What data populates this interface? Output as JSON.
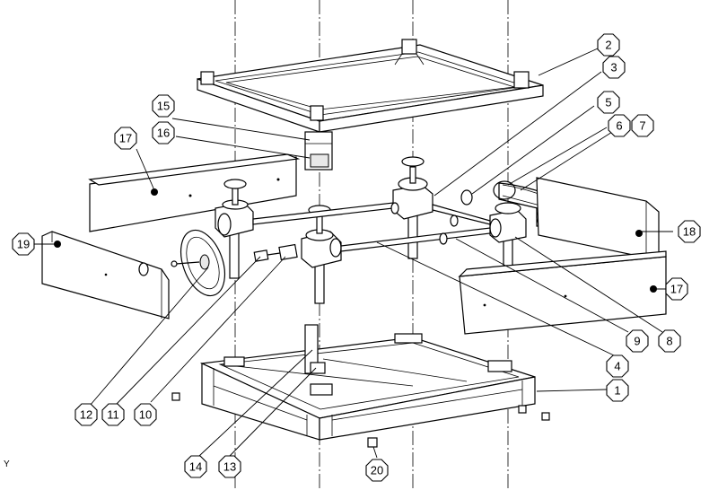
{
  "balloons": [
    {
      "label": "1"
    },
    {
      "label": "2"
    },
    {
      "label": "3"
    },
    {
      "label": "4"
    },
    {
      "label": "5"
    },
    {
      "label": "6"
    },
    {
      "label": "7"
    },
    {
      "label": "8"
    },
    {
      "label": "9"
    },
    {
      "label": "10"
    },
    {
      "label": "11"
    },
    {
      "label": "12"
    },
    {
      "label": "13"
    },
    {
      "label": "14"
    },
    {
      "label": "15"
    },
    {
      "label": "16"
    },
    {
      "label": "17"
    },
    {
      "label": "17"
    },
    {
      "label": "18"
    },
    {
      "label": "19"
    },
    {
      "label": "20"
    }
  ]
}
